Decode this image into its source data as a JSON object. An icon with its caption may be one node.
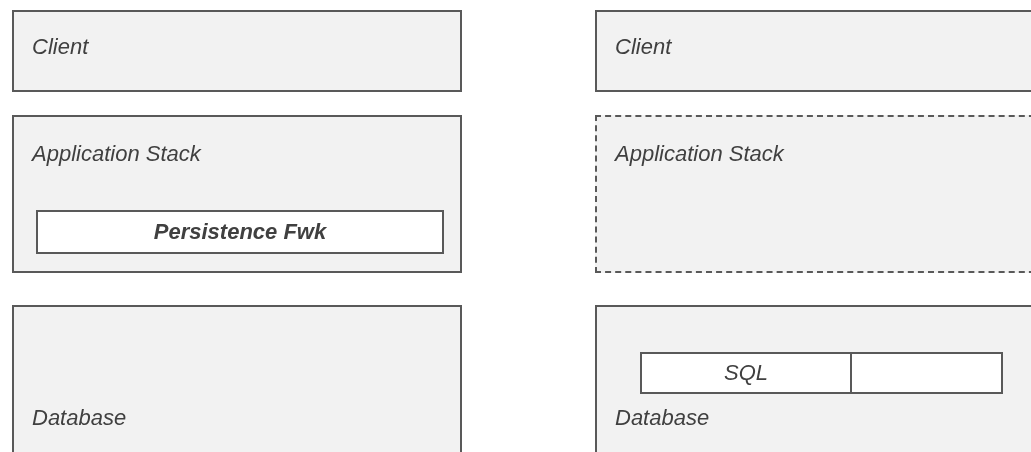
{
  "diagram": {
    "nodes": [
      {
        "text": [
          "Client"
        ]
      },
      {
        "text": [
          "Application Stack"
        ]
      },
      {
        "text": [
          "Persistence Fwk"
        ],
        "in": 1
      },
      {
        "text": [
          "Database"
        ]
      },
      {
        "text": [
          "Client"
        ]
      },
      {
        "text": [
          "Application Stack"
        ]
      },
      {
        "text": [
          "Database"
        ]
      },
      {
        "text": [
          "SQL"
        ],
        "in": 6
      },
      {
        "text": [],
        "shape": "box",
        "in": 6
      }
    ]
  }
}
